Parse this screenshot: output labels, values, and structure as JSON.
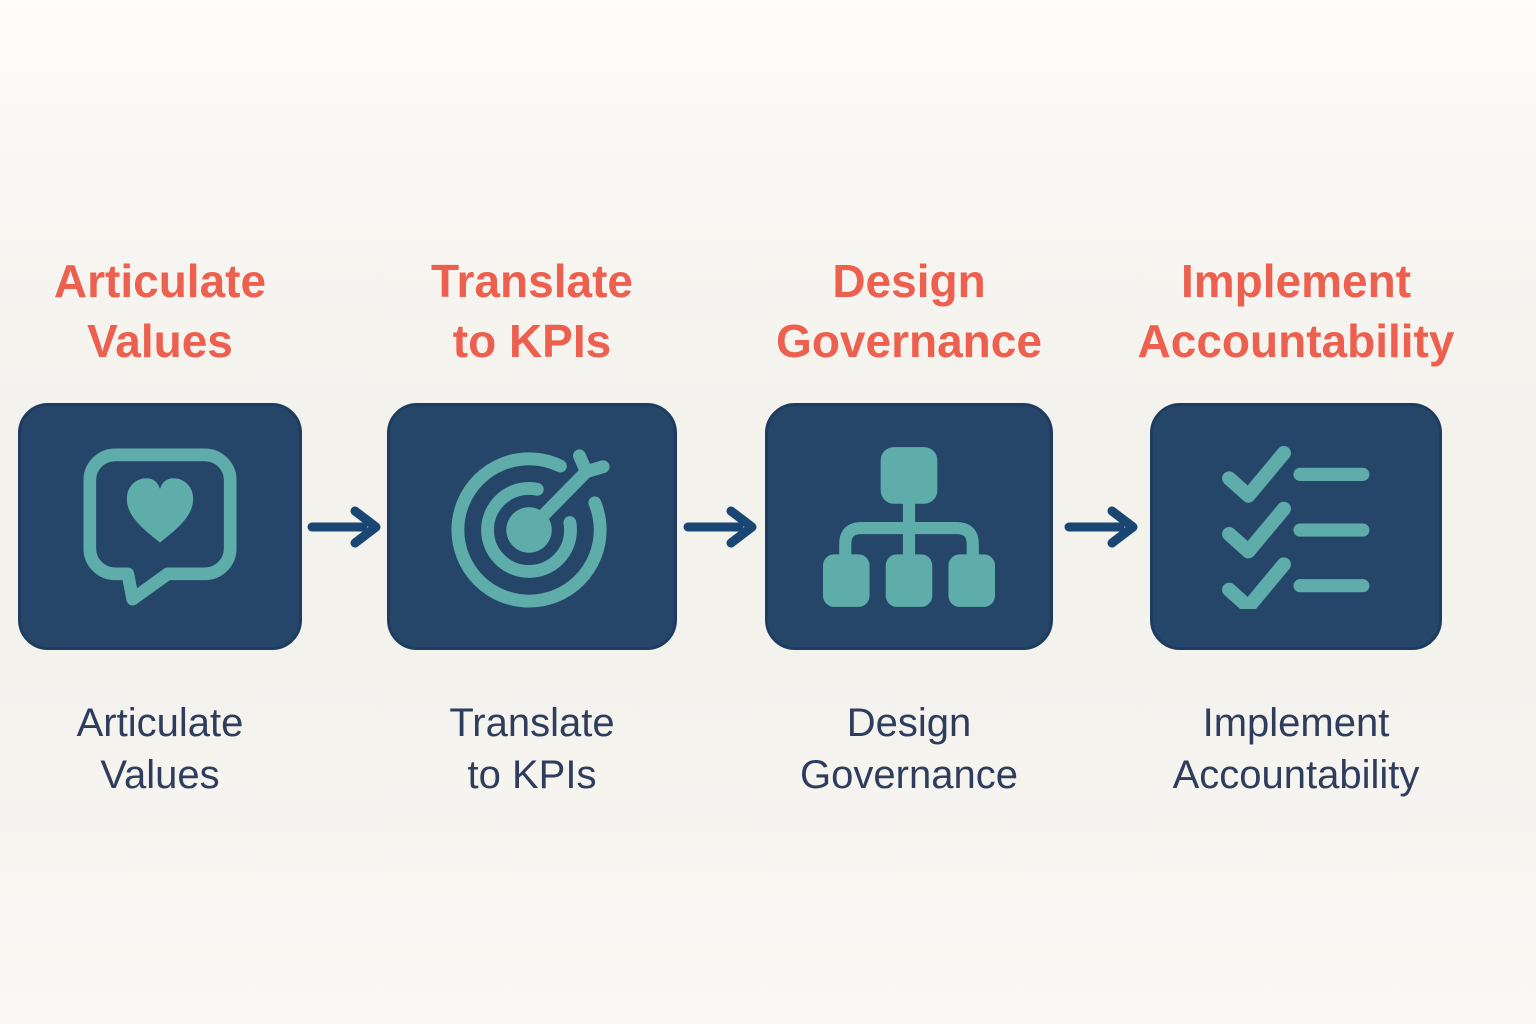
{
  "diagram": {
    "type": "process-flow",
    "colors": {
      "accent_red": "#ED6050",
      "box_navy": "#254668",
      "box_border": "#1E3C60",
      "icon_teal": "#5FADAA",
      "caption_navy": "#2E3C5E",
      "arrow_navy": "#1A4674",
      "background": "#F5F3EE"
    },
    "steps": [
      {
        "title": "Articulate\nValues",
        "caption": "Articulate\nValues",
        "icon": "speech-bubble-heart-icon"
      },
      {
        "title": "Translate\nto KPIs",
        "caption": "Translate\nto KPIs",
        "icon": "target-arrow-icon"
      },
      {
        "title": "Design\nGovernance",
        "caption": "Design\nGovernance",
        "icon": "org-chart-icon"
      },
      {
        "title": "Implement\nAccountability",
        "caption": "Implement\nAccountability",
        "icon": "checklist-icon"
      }
    ],
    "connectors": [
      {
        "icon": "right-arrow-icon"
      },
      {
        "icon": "right-arrow-icon"
      },
      {
        "icon": "right-arrow-icon"
      }
    ]
  }
}
